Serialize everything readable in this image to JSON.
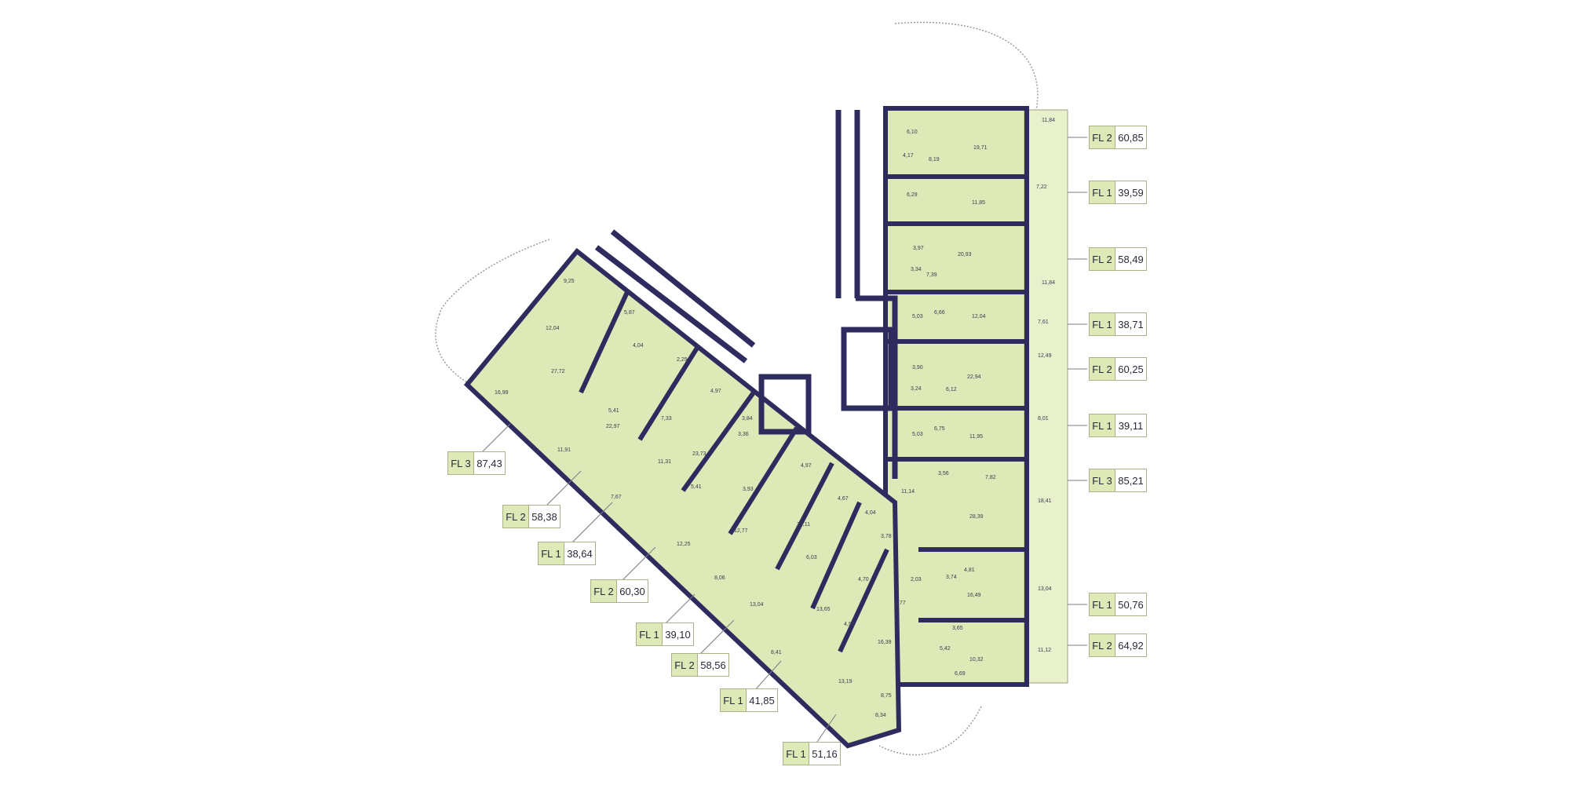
{
  "colors": {
    "apartment_fill": "#dfe9b8",
    "wall": "#2e2c5e",
    "outline": "#9a9aa6",
    "tag_border": "#a9b38a"
  },
  "units_right": [
    {
      "type": "FL 2",
      "area": "60,85"
    },
    {
      "type": "FL 1",
      "area": "39,59"
    },
    {
      "type": "FL 2",
      "area": "58,49"
    },
    {
      "type": "FL 1",
      "area": "38,71"
    },
    {
      "type": "FL 2",
      "area": "60,25"
    },
    {
      "type": "FL 1",
      "area": "39,11"
    },
    {
      "type": "FL 3",
      "area": "85,21"
    },
    {
      "type": "FL 1",
      "area": "50,76"
    },
    {
      "type": "FL 2",
      "area": "64,92"
    }
  ],
  "units_left": [
    {
      "type": "FL 3",
      "area": "87,43"
    },
    {
      "type": "FL 2",
      "area": "58,38"
    },
    {
      "type": "FL 1",
      "area": "38,64"
    },
    {
      "type": "FL 2",
      "area": "60,30"
    },
    {
      "type": "FL 1",
      "area": "39,10"
    },
    {
      "type": "FL 2",
      "area": "58,56"
    },
    {
      "type": "FL 1",
      "area": "41,85"
    },
    {
      "type": "FL 1",
      "area": "51,16"
    }
  ],
  "room_areas_right": [
    "6,10",
    "4,17",
    "19,71",
    "8,19",
    "11,84",
    "6,29",
    "11,85",
    "7,22",
    "3,97",
    "3,34",
    "20,93",
    "7,39",
    "11,84",
    "5,03",
    "6,66",
    "12,04",
    "7,61",
    "3,90",
    "3,24",
    "22,94",
    "6,12",
    "12,49",
    "5,03",
    "6,75",
    "11,95",
    "8,01",
    "3,56",
    "7,82",
    "18,41",
    "28,39",
    "11,14",
    "4,81",
    "16,49",
    "13,04",
    "3,65",
    "5,42",
    "10,32",
    "6,69",
    "11,12",
    "3,74",
    "2,03"
  ],
  "room_areas_left": [
    "9,25",
    "5,87",
    "12,04",
    "27,72",
    "4,04",
    "2,29",
    "16,99",
    "4,97",
    "5,41",
    "22,97",
    "7,33",
    "3,36",
    "3,84",
    "11,31",
    "11,91",
    "23,73",
    "5,41",
    "3,93",
    "4,97",
    "7,67",
    "23,11",
    "4,67",
    "12,77",
    "4,04",
    "12,25",
    "6,03",
    "3,78",
    "8,06",
    "4,70",
    "13,04",
    "13,65",
    "3,77",
    "4,92",
    "16,39",
    "8,41",
    "8,75",
    "13,19",
    "8,34"
  ]
}
